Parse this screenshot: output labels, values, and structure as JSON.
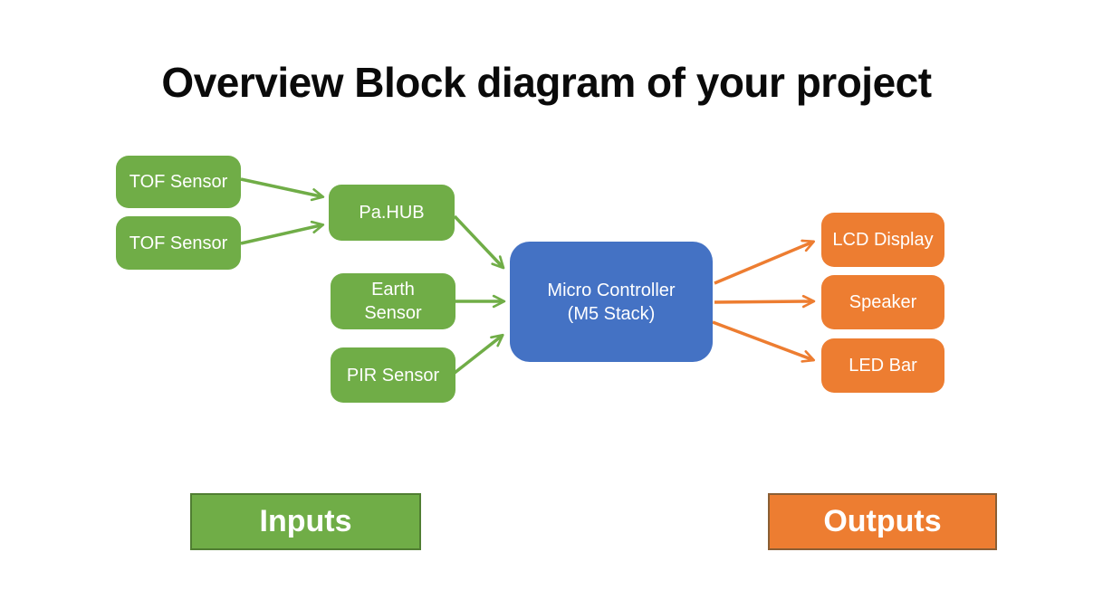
{
  "title": "Overview Block diagram of your project",
  "nodes": {
    "tof1": {
      "label": "TOF Sensor",
      "role": "input"
    },
    "tof2": {
      "label": "TOF Sensor",
      "role": "input"
    },
    "pahub": {
      "label": "Pa.HUB",
      "role": "hub"
    },
    "earth": {
      "lines": [
        "Earth",
        "Sensor"
      ],
      "role": "input"
    },
    "pir": {
      "label": "PIR Sensor",
      "role": "input"
    },
    "mcu": {
      "lines": [
        "Micro Controller",
        "(M5 Stack)"
      ],
      "role": "controller"
    },
    "lcd": {
      "label": "LCD Display",
      "role": "output"
    },
    "speaker": {
      "label": "Speaker",
      "role": "output"
    },
    "led": {
      "label": "LED Bar",
      "role": "output"
    }
  },
  "edges": [
    {
      "from": "tof1",
      "to": "pahub",
      "color": "#70AD47"
    },
    {
      "from": "tof2",
      "to": "pahub",
      "color": "#70AD47"
    },
    {
      "from": "pahub",
      "to": "mcu",
      "color": "#70AD47"
    },
    {
      "from": "earth",
      "to": "mcu",
      "color": "#70AD47"
    },
    {
      "from": "pir",
      "to": "mcu",
      "color": "#70AD47"
    },
    {
      "from": "mcu",
      "to": "lcd",
      "color": "#ED7D31"
    },
    {
      "from": "mcu",
      "to": "speaker",
      "color": "#ED7D31"
    },
    {
      "from": "mcu",
      "to": "led",
      "color": "#ED7D31"
    }
  ],
  "legend": {
    "inputs_label": "Inputs",
    "outputs_label": "Outputs"
  },
  "colors": {
    "input_green": "#70AD47",
    "controller_blue": "#4472C4",
    "output_orange": "#ED7D31",
    "inputs_border": "#507E32",
    "outputs_border": "#8B5E34",
    "node_text": "#FFFFFF",
    "title_text": "#0A0A0A"
  }
}
